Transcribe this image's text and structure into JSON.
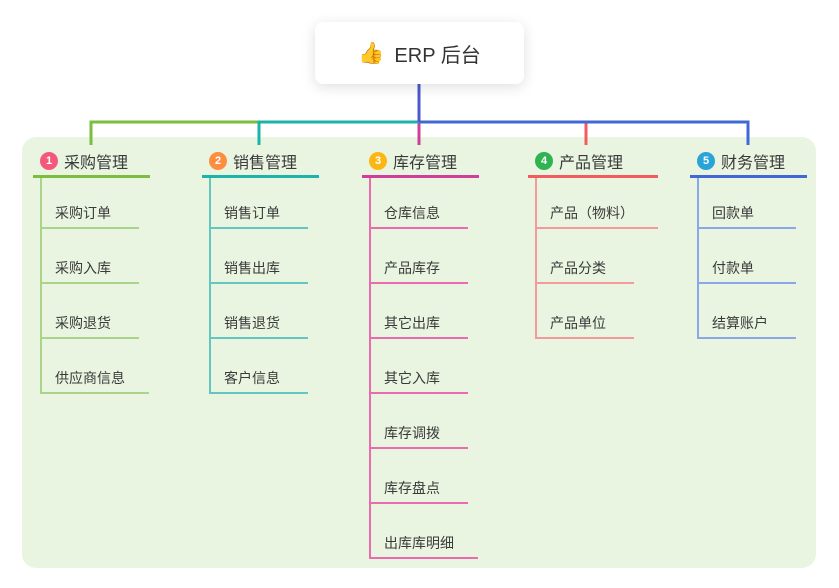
{
  "root": {
    "label": "ERP 后台",
    "icon_glyph": "👍"
  },
  "colors": {
    "background": "#ffffff",
    "panel_background": "#e9f5e1",
    "text": "#3a3a3a",
    "root_connector": "#4c5ace"
  },
  "branches": [
    {
      "index": "1",
      "label": "采购管理",
      "badge_color": "#f4597b",
      "line_color": "#7cbd3f",
      "child_line_color": "#a9d489",
      "children": [
        "采购订单",
        "采购入库",
        "采购退货",
        "供应商信息"
      ]
    },
    {
      "index": "2",
      "label": "销售管理",
      "badge_color": "#fd8e3f",
      "line_color": "#1db3a8",
      "child_line_color": "#62c8bf",
      "children": [
        "销售订单",
        "销售出库",
        "销售退货",
        "客户信息"
      ]
    },
    {
      "index": "3",
      "label": "库存管理",
      "badge_color": "#fcb717",
      "line_color": "#cf3f97",
      "child_line_color": "#ea6cae",
      "children": [
        "仓库信息",
        "产品库存",
        "其它出库",
        "其它入库",
        "库存调拨",
        "库存盘点",
        "出库库明细"
      ]
    },
    {
      "index": "4",
      "label": "产品管理",
      "badge_color": "#2fb451",
      "line_color": "#f25c5c",
      "child_line_color": "#f59a9a",
      "children": [
        "产品（物料）",
        "产品分类",
        "产品单位"
      ]
    },
    {
      "index": "5",
      "label": "财务管理",
      "badge_color": "#2aa3d9",
      "line_color": "#4168d6",
      "child_line_color": "#8ba6e9",
      "children": [
        "回款单",
        "付款单",
        "结算账户"
      ]
    }
  ]
}
